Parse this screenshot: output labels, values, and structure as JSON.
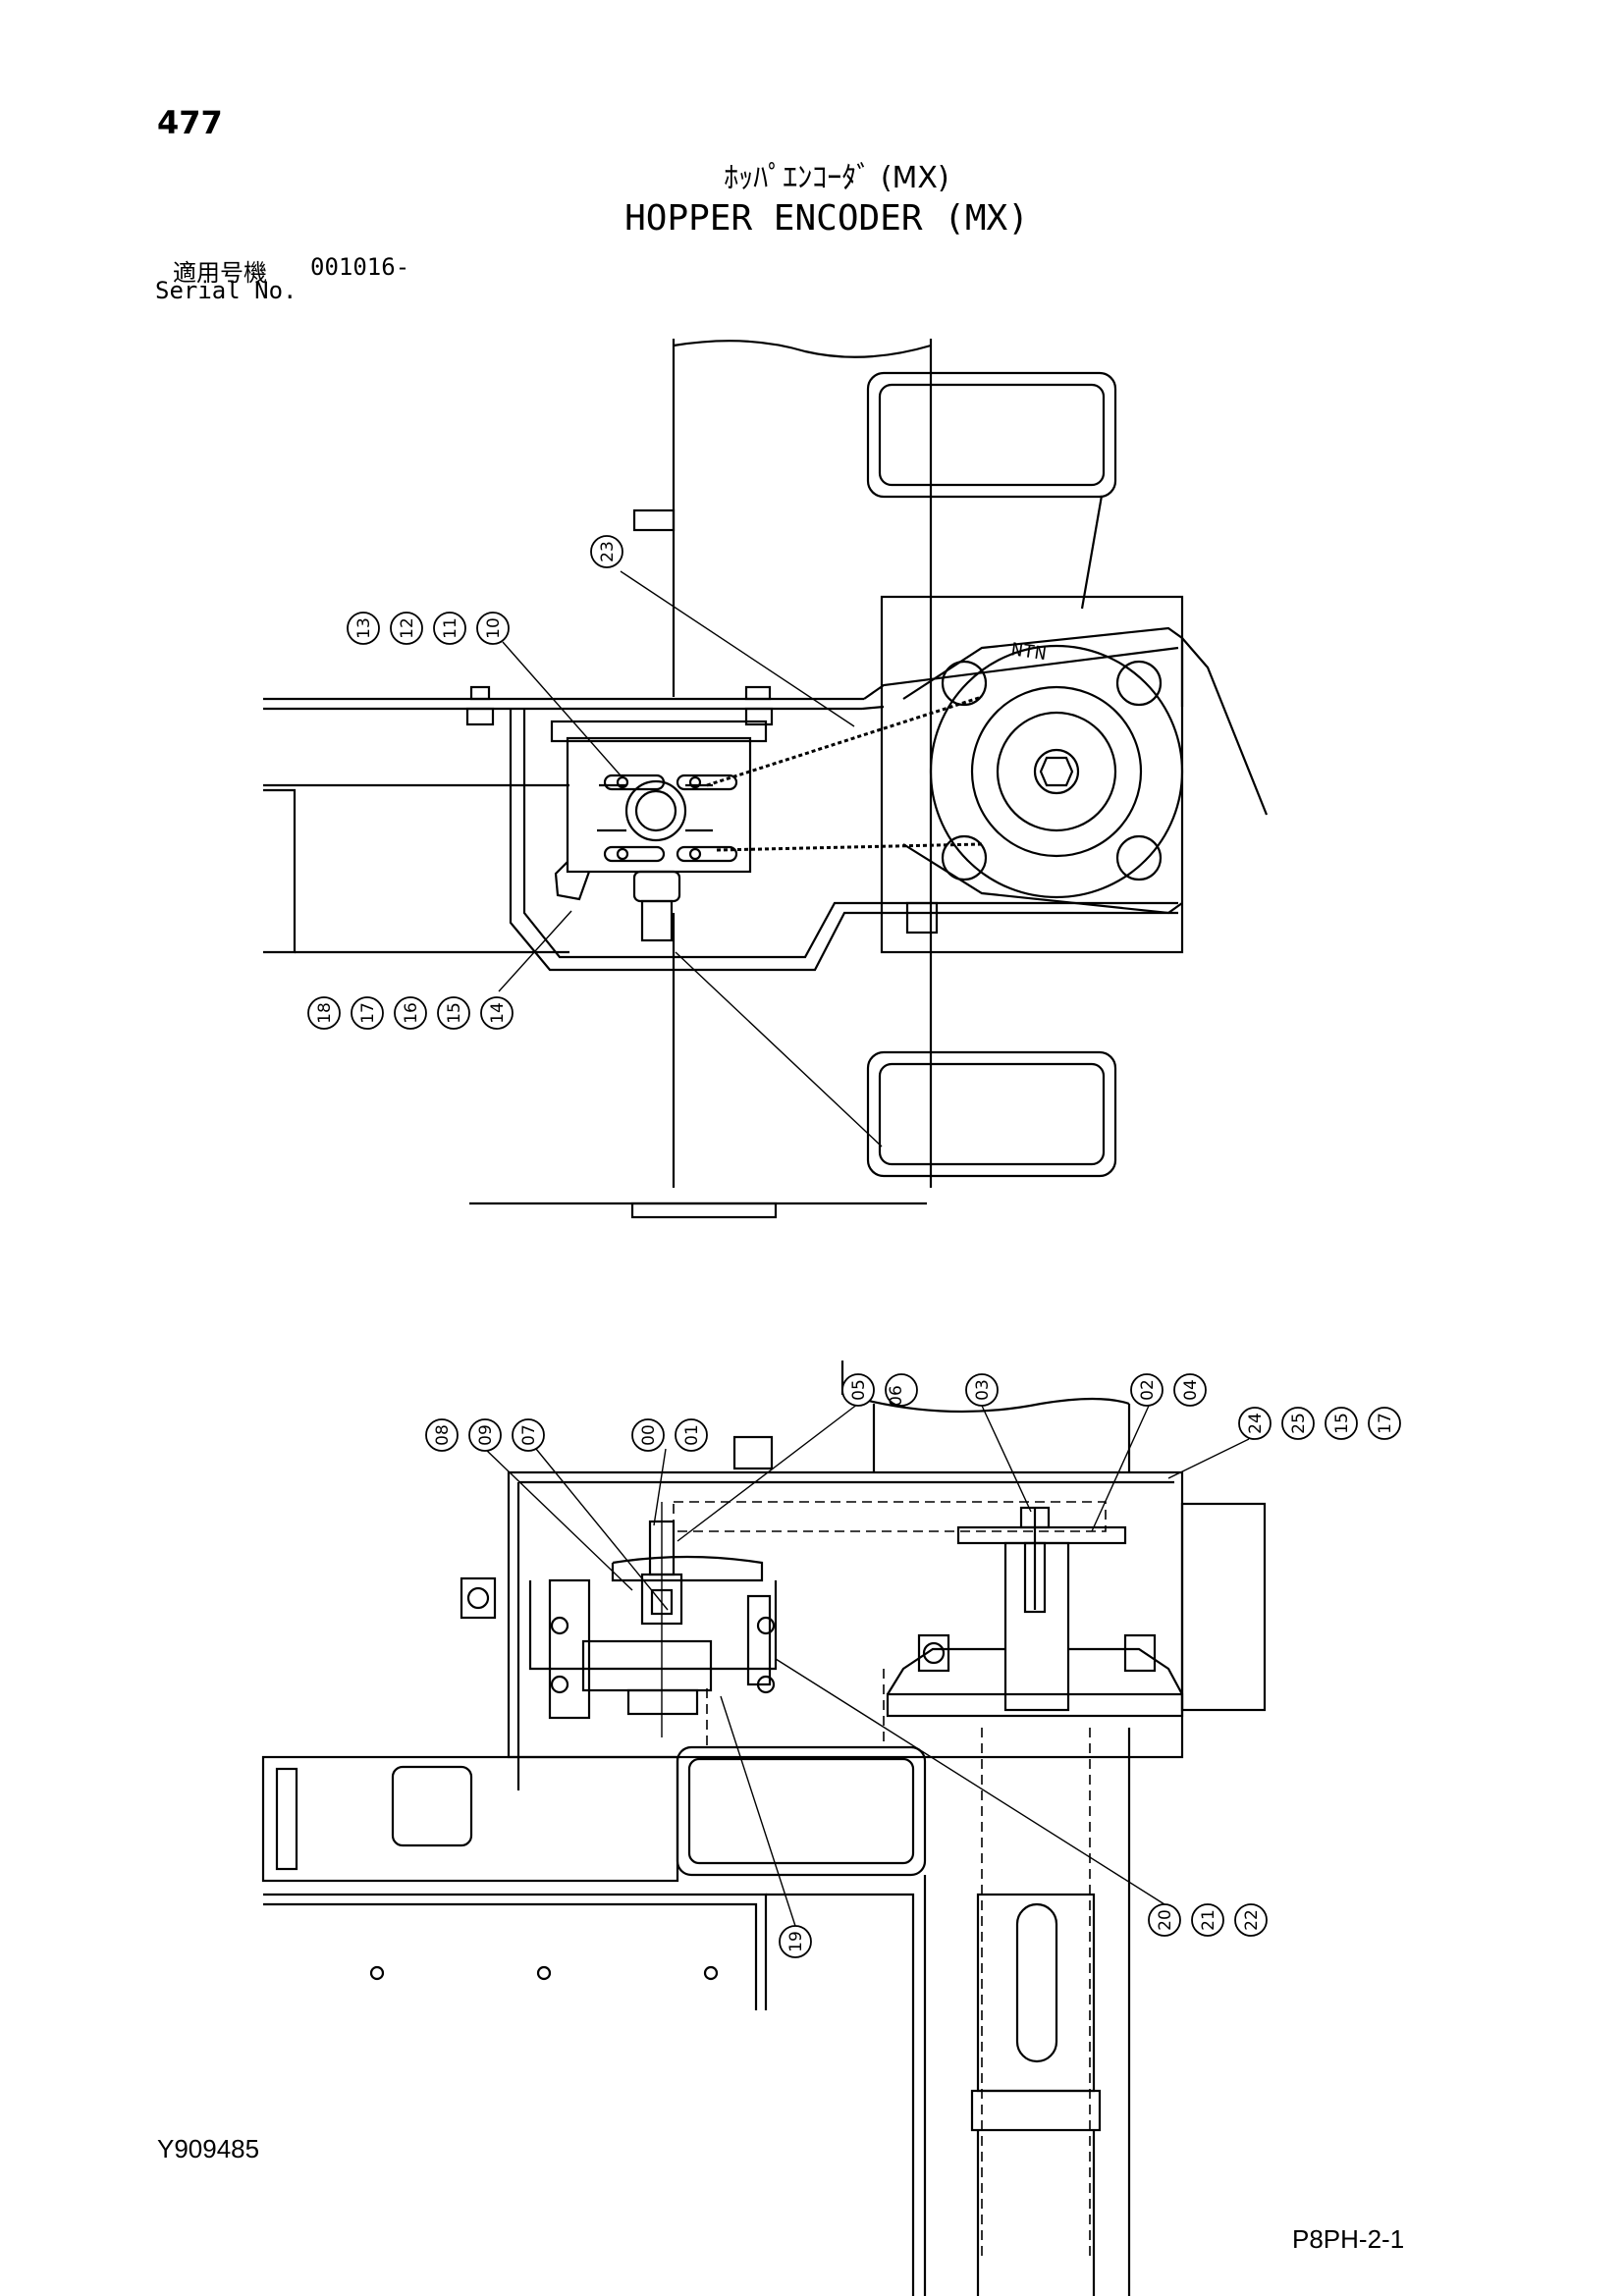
{
  "header": {
    "page_number": "477",
    "title_jp": "ﾎｯﾊﾟｴﾝｺｰﾀﾞ (MX)",
    "title_en": "HOPPER ENCODER (MX)",
    "serial_label_jp": "適用号機",
    "serial_value": "001016-",
    "serial_label_en": "Serial No."
  },
  "footer": {
    "doc_id": "Y909485",
    "ref_code": "P8PH-2-1"
  },
  "top_view": {
    "callouts": [
      {
        "id": "23",
        "labels": [
          "23"
        ]
      },
      {
        "id": "g-10-13",
        "labels": [
          "13",
          "12",
          "11",
          "10"
        ]
      },
      {
        "id": "g-14-18",
        "labels": [
          "18",
          "17",
          "16",
          "15",
          "14"
        ]
      }
    ],
    "embossed_text": "NTN"
  },
  "bottom_view": {
    "callouts": [
      {
        "id": "g-08-07",
        "labels": [
          "08",
          "09",
          "07"
        ]
      },
      {
        "id": "g-00-01",
        "labels": [
          "00",
          "01"
        ]
      },
      {
        "id": "g-05-06",
        "labels": [
          "05",
          "06"
        ]
      },
      {
        "id": "g-03",
        "labels": [
          "03"
        ]
      },
      {
        "id": "g-02-04",
        "labels": [
          "02",
          "04"
        ]
      },
      {
        "id": "g-24-17",
        "labels": [
          "24",
          "25",
          "15",
          "17"
        ]
      },
      {
        "id": "g-19",
        "labels": [
          "19"
        ]
      },
      {
        "id": "g-20-22",
        "labels": [
          "20",
          "21",
          "22"
        ]
      }
    ]
  }
}
